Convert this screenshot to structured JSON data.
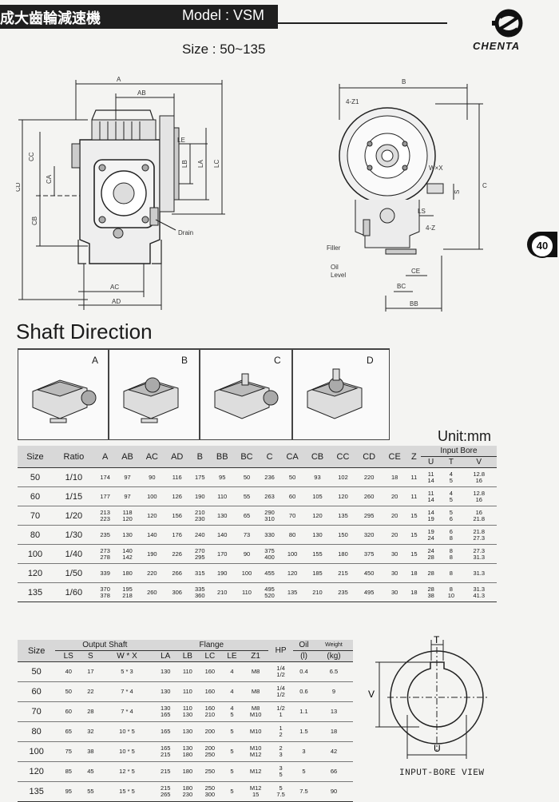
{
  "header": {
    "title": "成大齒輪減速機",
    "model": "Model : VSM",
    "size_range": "Size : 50~135",
    "brand": "CHENTA",
    "page_number": "40"
  },
  "drawing": {
    "front": {
      "A": "A",
      "AB": "AB",
      "CC": "CC",
      "CA": "CA",
      "CD": "CD",
      "CB": "CB",
      "LE": "LE",
      "LB": "LB",
      "LA": "LA",
      "LC": "LC",
      "AC": "AC",
      "AD": "AD",
      "drain": "Drain"
    },
    "side": {
      "B": "B",
      "Z1": "4-Z1",
      "WX": "W×X",
      "S": "S",
      "C": "C",
      "LS": "LS",
      "Z": "4-Z",
      "CE": "CE",
      "BC": "BC",
      "BB": "BB",
      "filler": "Filler",
      "oil_level": "Oil\nLevel"
    }
  },
  "shaft_direction": {
    "title": "Shaft Direction",
    "panels": [
      "A",
      "B",
      "C",
      "D"
    ]
  },
  "unit": "Unit:mm",
  "dimension_table": {
    "headers": [
      "Size",
      "Ratio",
      "A",
      "AB",
      "AC",
      "AD",
      "B",
      "BB",
      "BC",
      "C",
      "CA",
      "CB",
      "CC",
      "CD",
      "CE",
      "Z"
    ],
    "input_bore_header": "Input Bore",
    "input_bore_sub": [
      "U",
      "T",
      "V"
    ],
    "rows": [
      [
        "50",
        "1/10",
        "174",
        "97",
        "90",
        "116",
        "175",
        "95",
        "50",
        "236",
        "50",
        "93",
        "102",
        "220",
        "18",
        "11",
        "11\n14",
        "4\n5",
        "12.8\n16"
      ],
      [
        "60",
        "1/15",
        "177",
        "97",
        "100",
        "126",
        "190",
        "110",
        "55",
        "263",
        "60",
        "105",
        "120",
        "260",
        "20",
        "11",
        "11\n14",
        "4\n5",
        "12.8\n16"
      ],
      [
        "70",
        "1/20",
        "213\n223",
        "118\n120",
        "120",
        "156",
        "210\n230",
        "130",
        "65",
        "290\n310",
        "70",
        "120",
        "135",
        "295",
        "20",
        "15",
        "14\n19",
        "5\n6",
        "16\n21.8"
      ],
      [
        "80",
        "1/30",
        "235",
        "130",
        "140",
        "176",
        "240",
        "140",
        "73",
        "330",
        "80",
        "130",
        "150",
        "320",
        "20",
        "15",
        "19\n24",
        "6\n8",
        "21.8\n27.3"
      ],
      [
        "100",
        "1/40",
        "273\n278",
        "140\n142",
        "190",
        "226",
        "270\n295",
        "170",
        "90",
        "375\n400",
        "100",
        "155",
        "180",
        "375",
        "30",
        "15",
        "24\n28",
        "8\n8",
        "27.3\n31.3"
      ],
      [
        "120",
        "1/50",
        "339",
        "180",
        "220",
        "266",
        "315",
        "190",
        "100",
        "455",
        "120",
        "185",
        "215",
        "450",
        "30",
        "18",
        "28",
        "8",
        "31.3"
      ],
      [
        "135",
        "1/60",
        "370\n378",
        "195\n218",
        "260",
        "306",
        "335\n360",
        "210",
        "110",
        "495\n520",
        "135",
        "210",
        "235",
        "495",
        "30",
        "18",
        "28\n38",
        "8\n10",
        "31.3\n41.3"
      ]
    ]
  },
  "shaft_table": {
    "size_header": "Size",
    "group_output": "Output Shaft",
    "group_flange": "Flange",
    "output_cols": [
      "LS",
      "S",
      "W * X"
    ],
    "flange_cols": [
      "LA",
      "LB",
      "LC",
      "LE",
      "Z1"
    ],
    "hp_header": "HP",
    "oil_header": "Oil",
    "oil_unit": "(l)",
    "weight_header": "Weight",
    "weight_unit": "(kg)",
    "rows": [
      [
        "50",
        "40",
        "17",
        "5 * 3",
        "130",
        "110",
        "160",
        "4",
        "M8",
        "1/4\n1/2",
        "0.4",
        "6.5"
      ],
      [
        "60",
        "50",
        "22",
        "7 * 4",
        "130",
        "110",
        "160",
        "4",
        "M8",
        "1/4\n1/2",
        "0.6",
        "9"
      ],
      [
        "70",
        "60",
        "28",
        "7 * 4",
        "130\n165",
        "110\n130",
        "160\n210",
        "4\n5",
        "M8\nM10",
        "1/2\n1",
        "1.1",
        "13"
      ],
      [
        "80",
        "65",
        "32",
        "10 * 5",
        "165",
        "130",
        "200",
        "5",
        "M10",
        "1\n2",
        "1.5",
        "18"
      ],
      [
        "100",
        "75",
        "38",
        "10 * 5",
        "165\n215",
        "130\n180",
        "200\n250",
        "5",
        "M10\nM12",
        "2\n3",
        "3",
        "42"
      ],
      [
        "120",
        "85",
        "45",
        "12 * 5",
        "215",
        "180",
        "250",
        "5",
        "M12",
        "3\n5",
        "5",
        "66"
      ],
      [
        "135",
        "95",
        "55",
        "15 * 5",
        "215\n265",
        "180\n230",
        "250\n300",
        "5",
        "M12\n15",
        "5\n7.5",
        "7.5",
        "90"
      ]
    ]
  },
  "bore_view": {
    "caption": "INPUT-BORE VIEW",
    "T": "T",
    "V": "V",
    "U": "U"
  }
}
